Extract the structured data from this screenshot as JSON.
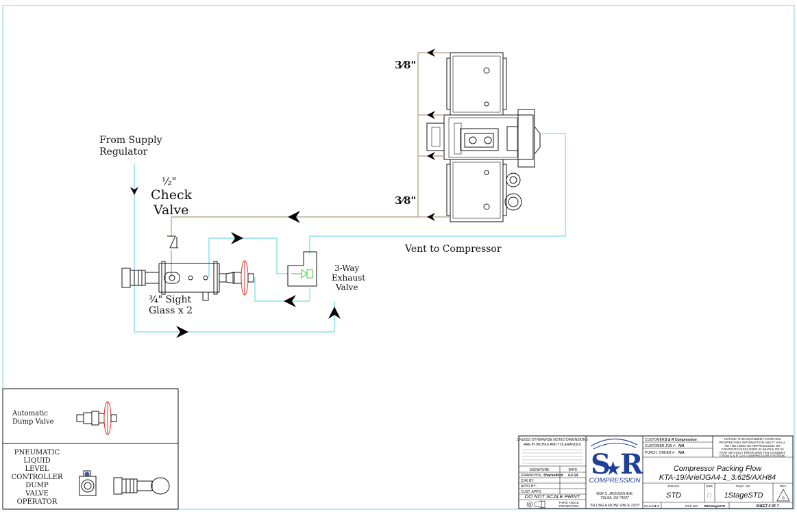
{
  "labels": {
    "from_supply": [
      "From Supply",
      "Regulator"
    ],
    "half_inch": "½\"",
    "check_valve": [
      "Check",
      "Valve"
    ],
    "three_eighths_top": "3⁄8\"",
    "three_eighths_bottom": "3⁄8\"",
    "vent_to_compressor": "Vent to Compressor",
    "three_way": [
      "3-Way",
      "Exhaust",
      "Valve"
    ],
    "sight_glass": [
      "¾\" Sight",
      "Glass x 2"
    ]
  },
  "legend": {
    "auto_dump": [
      "Automatic",
      "Dump Valve"
    ],
    "pneumatic": [
      "PNEUMATIC",
      "LIQUID",
      "LEVEL",
      "CONTROLLER",
      "DUMP",
      "VALVE",
      "OPERATOR"
    ]
  },
  "title_block": {
    "notes": [
      "UNLESS OTHERWISE NOTED DIMENSIONS",
      "ARE IN INCHES AND TOLERANCES"
    ],
    "signature": "SIGNATURE",
    "date": "DATE",
    "drawn_by_label": "DRAWN BY",
    "drawn_by": "L. Shackelford",
    "drawn_date": "4-2-14",
    "chk_by": "CHK BY:",
    "appd_by": "APPD BY:",
    "cust_appd": "CUST. APPD:",
    "do_not_scale": "DO NOT SCALE PRINT",
    "third_angle": [
      "THIRD ANGLE",
      "PROJECTION"
    ],
    "company": "COMPRESSION",
    "address": [
      "4234 S. JACKSON AVE.",
      "TULSA, OK 74107"
    ],
    "slogan": "\"FILLING A NICHE SINCE 1979\"",
    "customer_label": "CUSTOMER:",
    "customer": "S & R Compression",
    "customer_job_label": "CUSTOMER JOB #:",
    "customer_job": "N/A",
    "purch_order_label": "PURCH. ORDER #:",
    "purch_order": "N/A",
    "notice": [
      "NOTICE: THIS DOCUMENT CONTAINS",
      "PROPRIETARY INFORMATION AND IT SHALL",
      "NOT BE USED OR REPRODUCED OR",
      "CONTENTS DISCLOSED IN WHOLE OR IN",
      "PART WITHOUT PRIOR WRITTEN CONSENT",
      "FROM S & R GAS COMPRESSOR SYSTEMS"
    ],
    "title_line1": "Compressor Packing Flow",
    "title_line2": "KTA-19/ArielJGA4-1_3.625/AXH84",
    "job_no_label": "JOB NO.",
    "job_no": "STD",
    "size_label": "SIZE",
    "size": "D",
    "dwg_no_label": "DWG. NO.",
    "dwg_no": "1StageSTD",
    "rev_label": "REV.",
    "rev": "0",
    "scale_label": "SCALE:",
    "scale": "1:1",
    "file_no_label": "FILE NO.:",
    "file_no": "PB/1StageSTD",
    "sheet": "SHEET 5 OF 7"
  },
  "colors": {
    "border": "#7fd3d8",
    "supply_line": "#6fdde6",
    "vent_line": "#b39a7a",
    "valve_red": "#e0302a",
    "valve_green": "#33cc33",
    "logo_blue": "#1f3f9a"
  }
}
